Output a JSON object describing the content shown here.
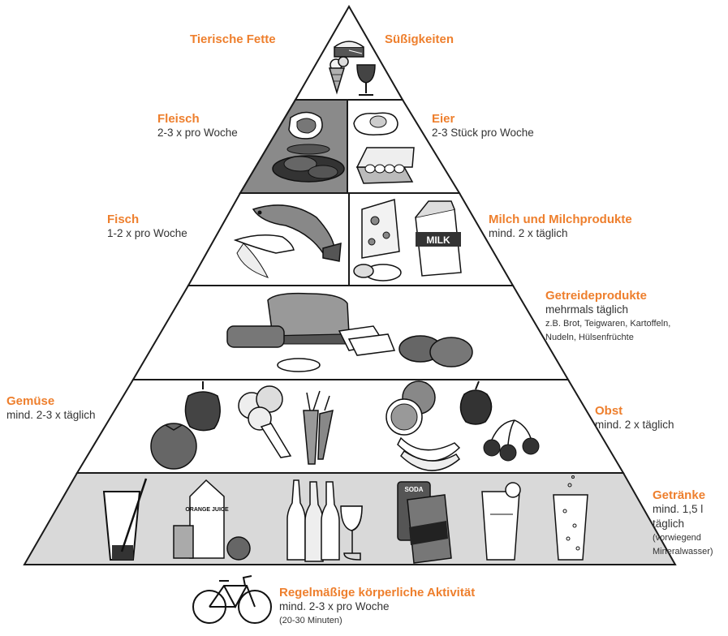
{
  "colors": {
    "accent": "#ee7f2d",
    "text": "#333333",
    "line": "#1a1a1a",
    "tier_fill": "#ffffff",
    "base_fill": "#d9d9d9",
    "meat_fill": "#8a8a8a"
  },
  "tiers": {
    "top": {
      "left": {
        "title": "Tierische Fette"
      },
      "right": {
        "title": "Süßigkeiten"
      },
      "icons": [
        "cake-icon",
        "ice-cream-icon",
        "wine-glass-icon"
      ]
    },
    "meat_eggs": {
      "left": {
        "title": "Fleisch",
        "freq": "2-3 x pro Woche"
      },
      "right": {
        "title": "Eier",
        "freq": "2-3 Stück pro Woche"
      },
      "icons": [
        "steak-icon",
        "chicken-icon",
        "fried-egg-icon",
        "egg-carton-icon"
      ]
    },
    "fish_dairy": {
      "left": {
        "title": "Fisch",
        "freq": "1-2 x pro Woche"
      },
      "right": {
        "title": "Milch und Milchprodukte",
        "freq": "mind. 2 x täglich"
      },
      "icons": [
        "fish-icon",
        "cheese-icon",
        "milk-carton-icon"
      ],
      "milk_text": "MILK"
    },
    "grains": {
      "right": {
        "title": "Getreideprodukte",
        "freq": "mehrmals täglich",
        "note1": "z.B. Brot, Teigwaren, Kartoffeln,",
        "note2": "Nudeln, Hülsenfrüchte"
      },
      "icons": [
        "bread-icon",
        "potato-icon"
      ]
    },
    "produce": {
      "left": {
        "title": "Gemüse",
        "freq": "mind. 2-3 x täglich"
      },
      "right": {
        "title": "Obst",
        "freq": "mind. 2 x täglich"
      },
      "icons": [
        "tomato-icon",
        "pepper-icon",
        "broccoli-icon",
        "carrot-icon",
        "orange-icon",
        "apple-icon",
        "banana-icon",
        "cherry-icon"
      ]
    },
    "drinks": {
      "right": {
        "title": "Getränke",
        "freq1": "mind. 1,5 l",
        "freq2": "täglich",
        "note1": "(vorwiegend",
        "note2": "Mineralwasser)"
      },
      "icons": [
        "water-glass-icon",
        "juice-carton-icon",
        "bottles-icon",
        "soda-can-icon",
        "lemonade-glass-icon",
        "sparkling-glass-icon"
      ],
      "juice_text": "ORANGE JUICE",
      "soda_text": "SODA"
    }
  },
  "activity": {
    "title": "Regelmäßige körperliche Aktivität",
    "freq": "mind. 2-3 x pro Woche",
    "note": "(20-30 Minuten)",
    "icon": "bicycle-icon"
  }
}
